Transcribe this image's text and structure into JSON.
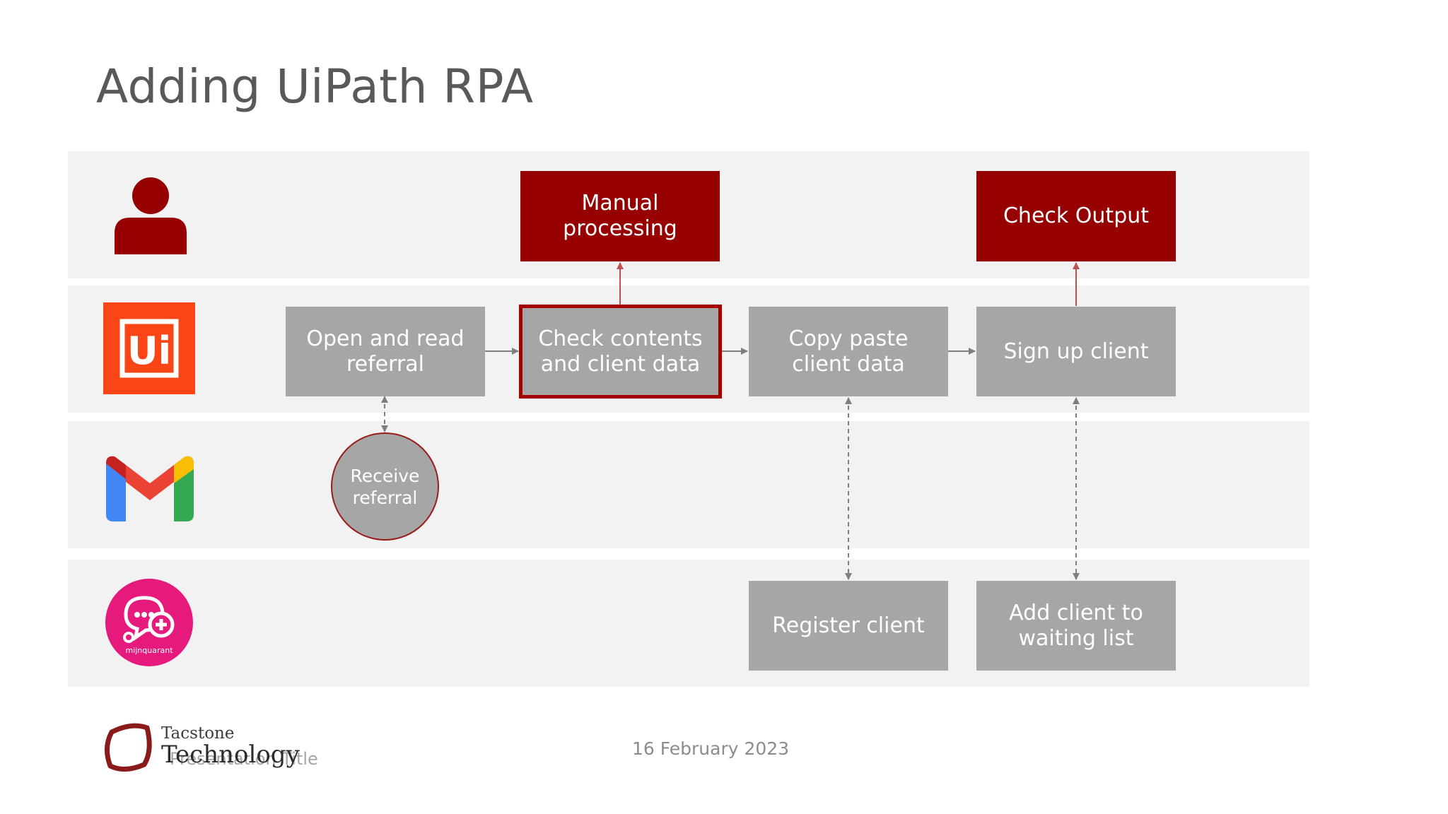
{
  "slide": {
    "title": "Adding UiPath RPA",
    "footer_date": "16 February 2023",
    "footer_title": "Presentation Title"
  },
  "logo": {
    "word1": "Tacstone",
    "word2": "Technology",
    "color": "#8b1a1a"
  },
  "lanes": [
    {
      "name": "human",
      "icon": "person-icon"
    },
    {
      "name": "uipath",
      "icon": "uipath-logo-icon",
      "icon_text": "Ui"
    },
    {
      "name": "gmail",
      "icon": "gmail-icon"
    },
    {
      "name": "mijnquarant",
      "icon": "mijnquarant-logo-icon",
      "icon_text": "mijnquarant"
    }
  ],
  "nodes": {
    "manual_processing": "Manual processing",
    "check_output": "Check Output",
    "open_read_referral": "Open and read referral",
    "check_contents": "Check contents and client data",
    "copy_paste": "Copy paste client data",
    "sign_up": "Sign up client",
    "receive_referral": "Receive referral",
    "register_client": "Register client",
    "add_waiting_list": "Add client to waiting list"
  },
  "colors": {
    "accent_red": "#960000",
    "box_grey": "#a6a6a6",
    "lane_bg": "#f2f2f2",
    "uipath_orange": "#fa4616",
    "mijnquarant_pink": "#e6197d"
  }
}
